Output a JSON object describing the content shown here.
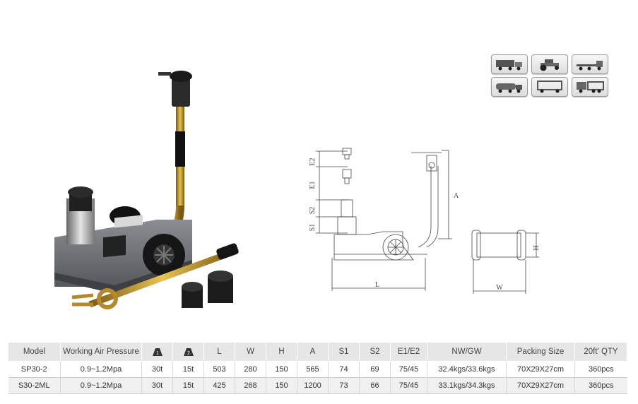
{
  "spec_table": {
    "headers": [
      "Model",
      "Working Air Pressure",
      "",
      "",
      "L",
      "W",
      "H",
      "A",
      "S1",
      "S2",
      "E1/E2",
      "NW/GW",
      "Packing Size",
      "20ft' QTY"
    ],
    "weight_icon_labels": [
      "1",
      "2"
    ],
    "rows": [
      [
        "SP30-2",
        "0.9~1.2Mpa",
        "30t",
        "15t",
        "503",
        "280",
        "150",
        "565",
        "74",
        "69",
        "75/45",
        "32.4kgs/33.6kgs",
        "70X29X27cm",
        "360pcs"
      ],
      [
        "S30-2ML",
        "0.9~1.2Mpa",
        "30t",
        "15t",
        "425",
        "268",
        "150",
        "1200",
        "73",
        "66",
        "75/45",
        "33.1kgs/34.3kgs",
        "70X29X27cm",
        "360pcs"
      ]
    ]
  },
  "diagram_labels": {
    "e2": "E2",
    "e1": "E1",
    "s2": "S2",
    "s1": "S1",
    "a": "A",
    "l": "L",
    "h": "H",
    "w": "W"
  },
  "vehicle_icons": [
    "truck-icon",
    "tractor-icon",
    "flatbed-truck-icon",
    "tanker-truck-icon",
    "box-truck-icon",
    "trailer-icon"
  ]
}
